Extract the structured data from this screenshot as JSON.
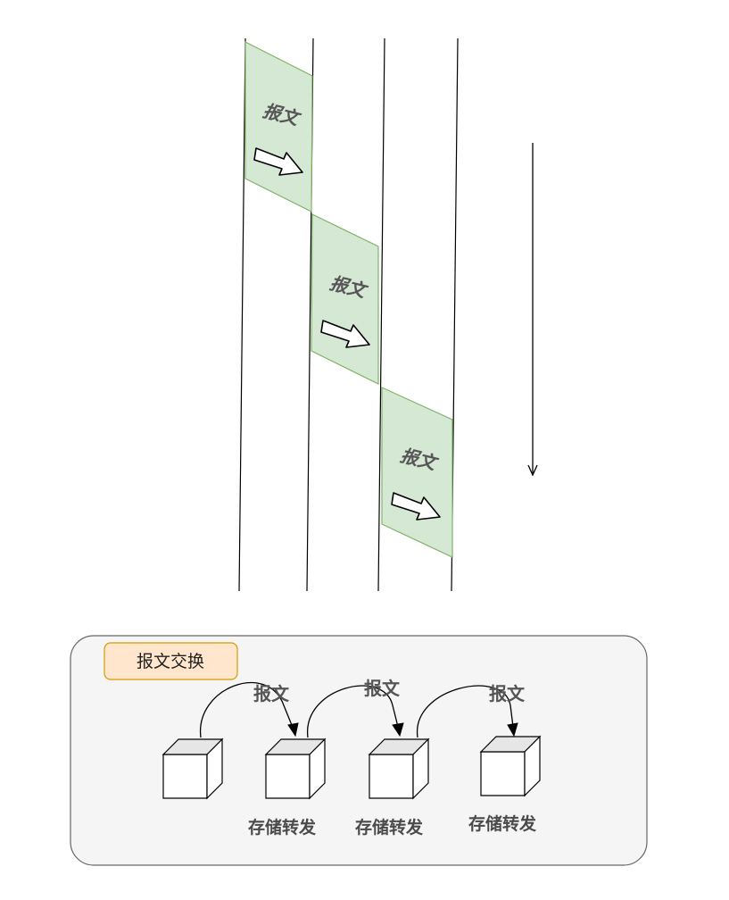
{
  "timing_diagram": {
    "messages": [
      {
        "label": "报文"
      },
      {
        "label": "报文"
      },
      {
        "label": "报文"
      }
    ],
    "fill_color": "#d5e8d4",
    "stroke_color": "#82b366"
  },
  "message_switching_panel": {
    "title": "报文交换",
    "title_fill": "#ffe6cc",
    "title_stroke": "#d79b00",
    "panel_fill": "#f5f5f5",
    "hops": [
      {
        "label": "报文"
      },
      {
        "label": "报文"
      },
      {
        "label": "报文"
      }
    ],
    "nodes": [
      {
        "label": ""
      },
      {
        "label": "存储转发"
      },
      {
        "label": "存储转发"
      },
      {
        "label": "存储转发"
      }
    ]
  }
}
